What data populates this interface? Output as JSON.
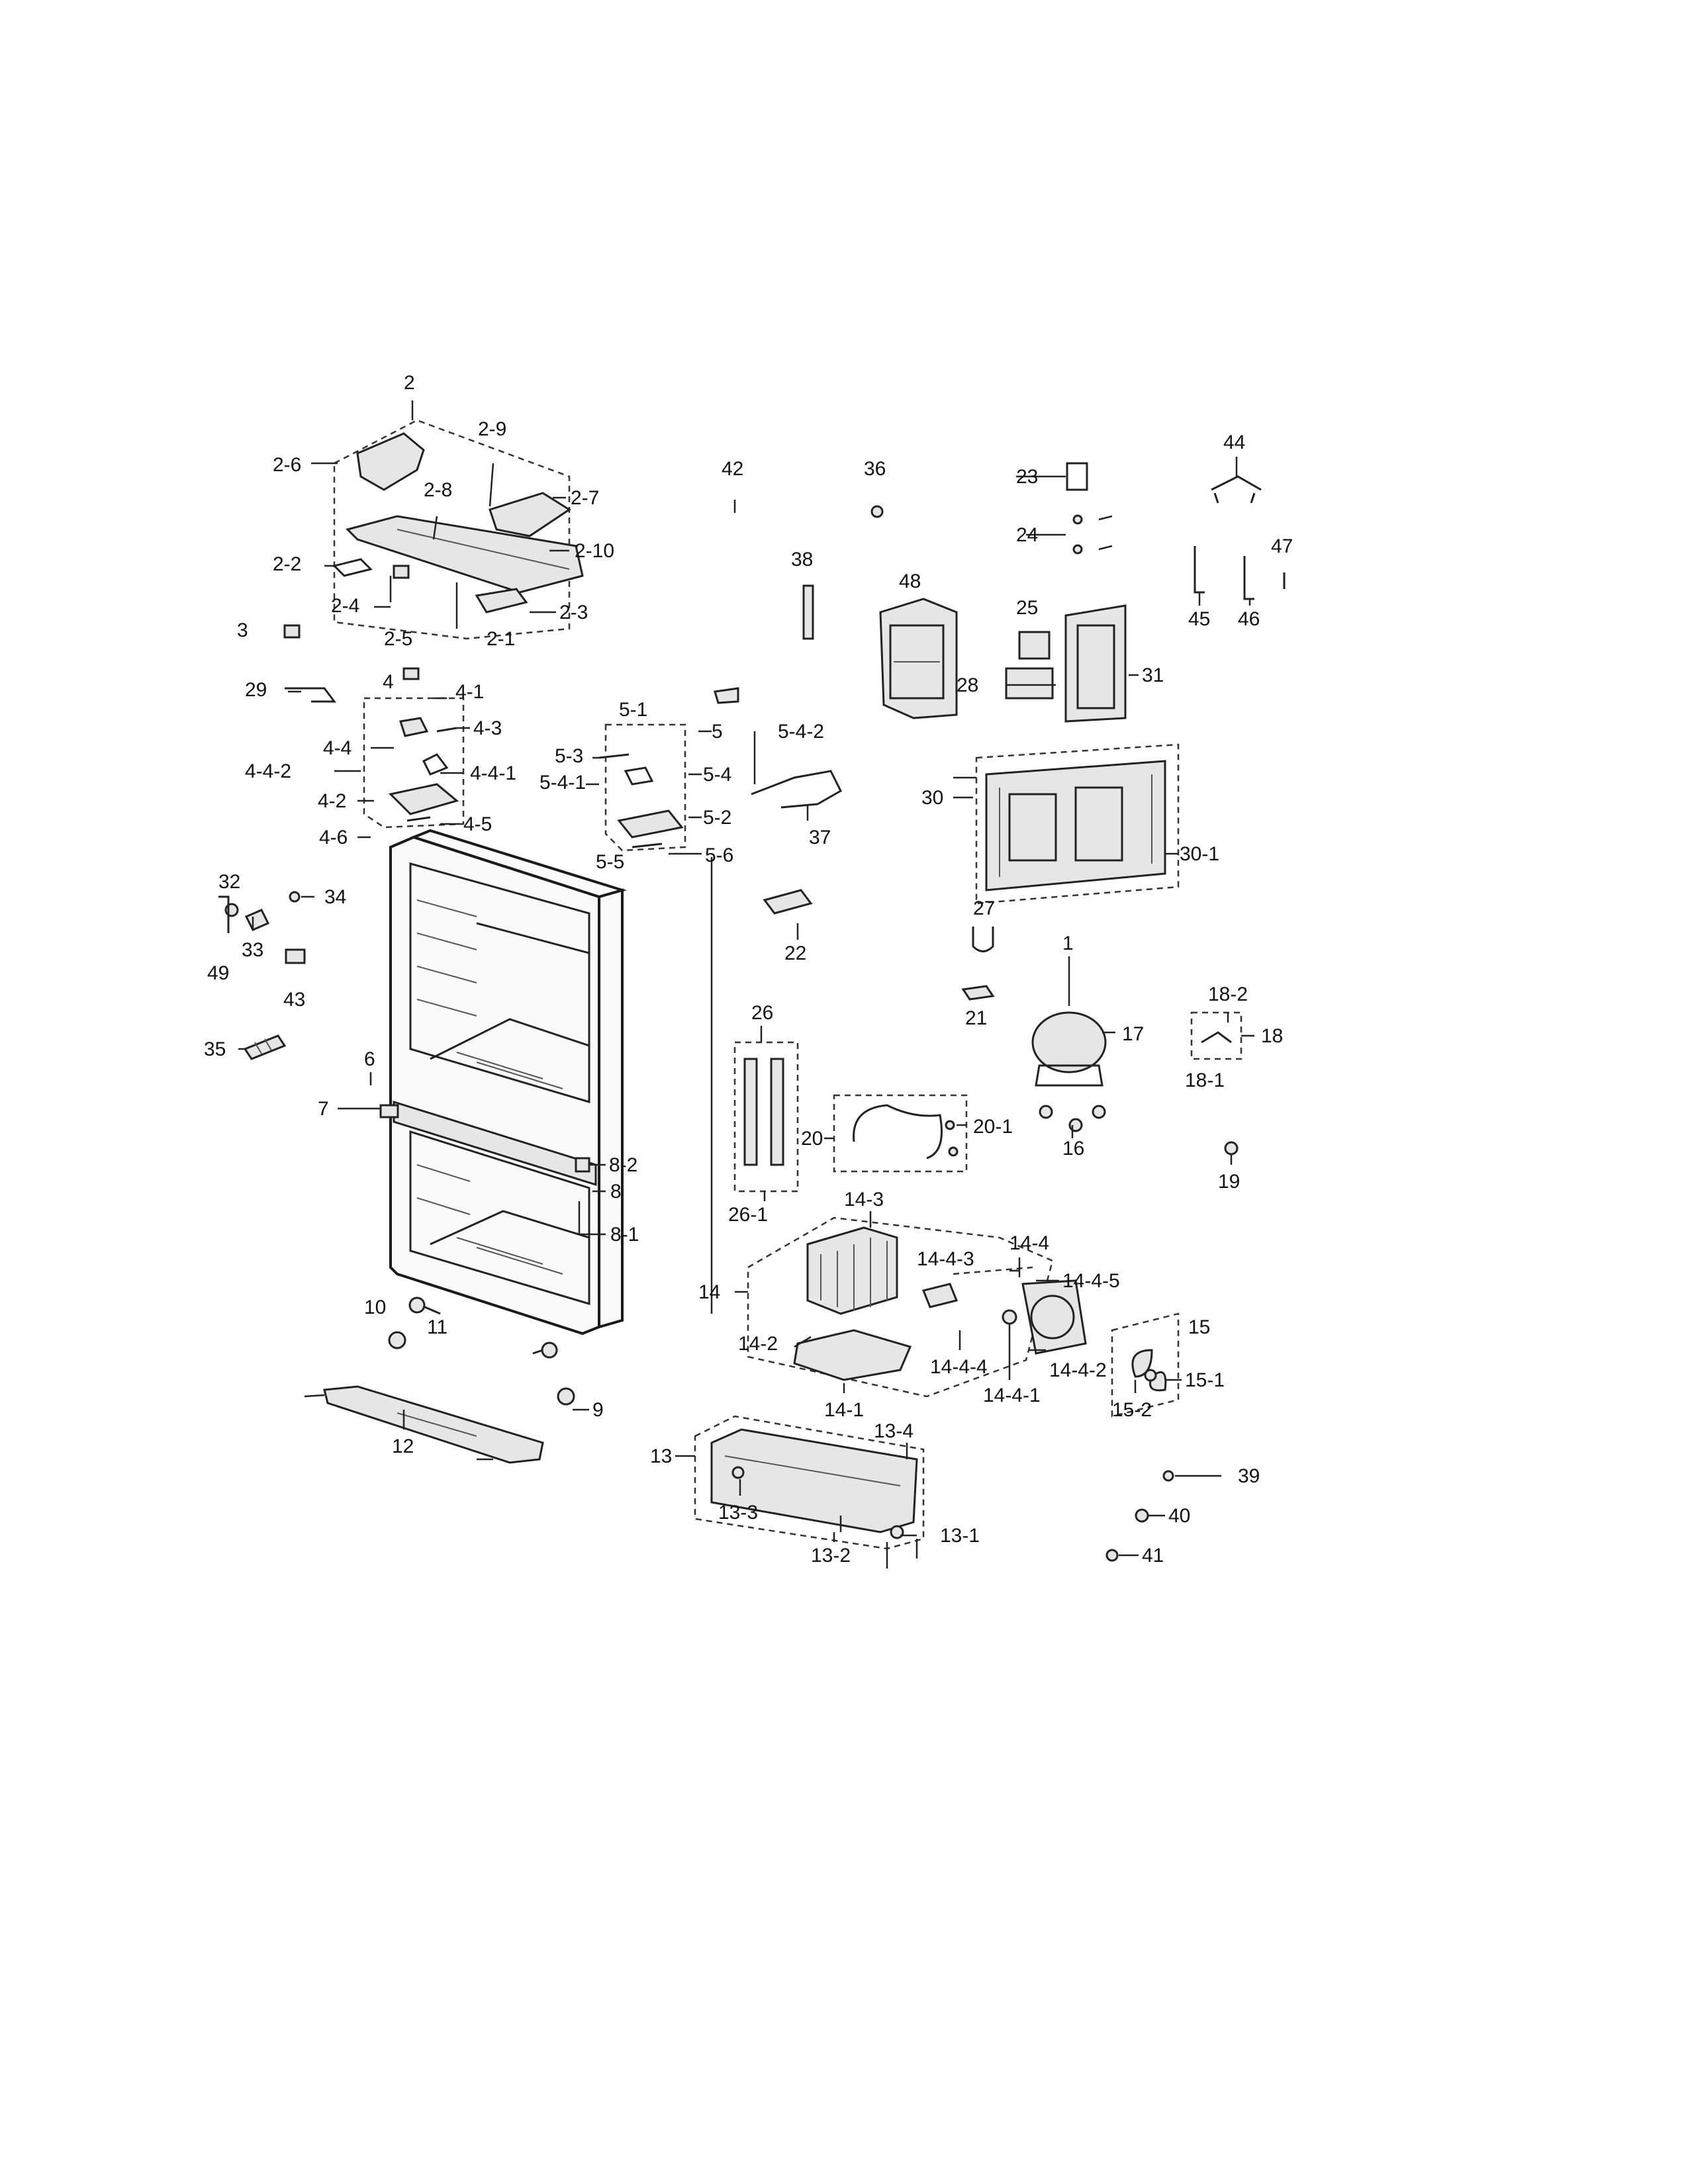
{
  "callouts": [
    {
      "id": "2",
      "text": "2"
    },
    {
      "id": "2-9",
      "text": "2-9"
    },
    {
      "id": "2-6",
      "text": "2-6"
    },
    {
      "id": "2-8",
      "text": "2-8"
    },
    {
      "id": "2-7",
      "text": "2-7"
    },
    {
      "id": "2-10",
      "text": "2-10"
    },
    {
      "id": "2-2",
      "text": "2-2"
    },
    {
      "id": "2-4",
      "text": "2-4"
    },
    {
      "id": "2-3",
      "text": "2-3"
    },
    {
      "id": "3",
      "text": "3"
    },
    {
      "id": "2-5",
      "text": "2-5"
    },
    {
      "id": "2-1",
      "text": "2-1"
    },
    {
      "id": "29",
      "text": "29"
    },
    {
      "id": "4",
      "text": "4"
    },
    {
      "id": "4-1",
      "text": "4-1"
    },
    {
      "id": "4-3",
      "text": "4-3"
    },
    {
      "id": "4-4",
      "text": "4-4"
    },
    {
      "id": "4-4-2",
      "text": "4-4-2"
    },
    {
      "id": "4-4-1",
      "text": "4-4-1"
    },
    {
      "id": "4-2",
      "text": "4-2"
    },
    {
      "id": "4-6",
      "text": "4-6"
    },
    {
      "id": "4-5",
      "text": "4-5"
    },
    {
      "id": "5-1",
      "text": "5-1"
    },
    {
      "id": "5",
      "text": "5"
    },
    {
      "id": "5-4-2",
      "text": "5-4-2"
    },
    {
      "id": "5-3",
      "text": "5-3"
    },
    {
      "id": "5-4",
      "text": "5-4"
    },
    {
      "id": "5-4-1",
      "text": "5-4-1"
    },
    {
      "id": "5-2",
      "text": "5-2"
    },
    {
      "id": "5-5",
      "text": "5-5"
    },
    {
      "id": "5-6",
      "text": "5-6"
    },
    {
      "id": "37",
      "text": "37"
    },
    {
      "id": "42",
      "text": "42"
    },
    {
      "id": "36",
      "text": "36"
    },
    {
      "id": "38",
      "text": "38"
    },
    {
      "id": "48",
      "text": "48"
    },
    {
      "id": "23",
      "text": "23"
    },
    {
      "id": "24",
      "text": "24"
    },
    {
      "id": "25",
      "text": "25"
    },
    {
      "id": "28",
      "text": "28"
    },
    {
      "id": "31",
      "text": "31"
    },
    {
      "id": "44",
      "text": "44"
    },
    {
      "id": "47",
      "text": "47"
    },
    {
      "id": "45",
      "text": "45"
    },
    {
      "id": "46",
      "text": "46"
    },
    {
      "id": "30",
      "text": "30"
    },
    {
      "id": "30-1",
      "text": "30-1"
    },
    {
      "id": "32",
      "text": "32"
    },
    {
      "id": "33",
      "text": "33"
    },
    {
      "id": "34",
      "text": "34"
    },
    {
      "id": "49",
      "text": "49"
    },
    {
      "id": "43",
      "text": "43"
    },
    {
      "id": "35",
      "text": "35"
    },
    {
      "id": "22",
      "text": "22"
    },
    {
      "id": "27",
      "text": "27"
    },
    {
      "id": "1",
      "text": "1"
    },
    {
      "id": "21",
      "text": "21"
    },
    {
      "id": "17",
      "text": "17"
    },
    {
      "id": "18-2",
      "text": "18-2"
    },
    {
      "id": "18",
      "text": "18"
    },
    {
      "id": "18-1",
      "text": "18-1"
    },
    {
      "id": "16",
      "text": "16"
    },
    {
      "id": "19",
      "text": "19"
    },
    {
      "id": "6",
      "text": "6"
    },
    {
      "id": "7",
      "text": "7"
    },
    {
      "id": "26",
      "text": "26"
    },
    {
      "id": "20",
      "text": "20"
    },
    {
      "id": "20-1",
      "text": "20-1"
    },
    {
      "id": "8-2",
      "text": "8-2"
    },
    {
      "id": "8",
      "text": "8"
    },
    {
      "id": "26-1",
      "text": "26-1"
    },
    {
      "id": "8-1",
      "text": "8-1"
    },
    {
      "id": "14-3",
      "text": "14-3"
    },
    {
      "id": "14-4",
      "text": "14-4"
    },
    {
      "id": "14-4-3",
      "text": "14-4-3"
    },
    {
      "id": "14-4-5",
      "text": "14-4-5"
    },
    {
      "id": "14",
      "text": "14"
    },
    {
      "id": "10",
      "text": "10"
    },
    {
      "id": "11",
      "text": "11"
    },
    {
      "id": "14-2",
      "text": "14-2"
    },
    {
      "id": "15",
      "text": "15"
    },
    {
      "id": "15-1",
      "text": "15-1"
    },
    {
      "id": "14-4-4",
      "text": "14-4-4"
    },
    {
      "id": "14-4-2",
      "text": "14-4-2"
    },
    {
      "id": "14-1",
      "text": "14-1"
    },
    {
      "id": "9",
      "text": "9"
    },
    {
      "id": "15-2",
      "text": "15-2"
    },
    {
      "id": "14-4-1",
      "text": "14-4-1"
    },
    {
      "id": "12",
      "text": "12"
    },
    {
      "id": "13",
      "text": "13"
    },
    {
      "id": "13-4",
      "text": "13-4"
    },
    {
      "id": "39",
      "text": "39"
    },
    {
      "id": "40",
      "text": "40"
    },
    {
      "id": "13-3",
      "text": "13-3"
    },
    {
      "id": "13-1",
      "text": "13-1"
    },
    {
      "id": "13-2",
      "text": "13-2"
    },
    {
      "id": "41",
      "text": "41"
    }
  ]
}
